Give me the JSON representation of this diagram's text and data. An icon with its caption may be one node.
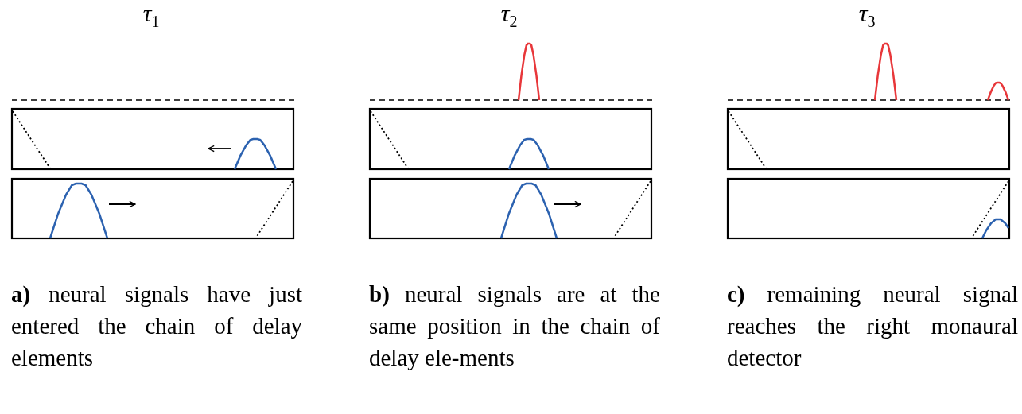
{
  "diagram": {
    "labels": [
      "τ$_{1}$",
      "τ$_{2}$",
      "τ$_{3}$",
      "**a)** neural signals have just entered the chain of delay elements",
      "**b)** neural signals are at the same position in the chain of delay ele-ments",
      "**c)** remaining neural signal reaches the right monaural detector"
    ]
  }
}
